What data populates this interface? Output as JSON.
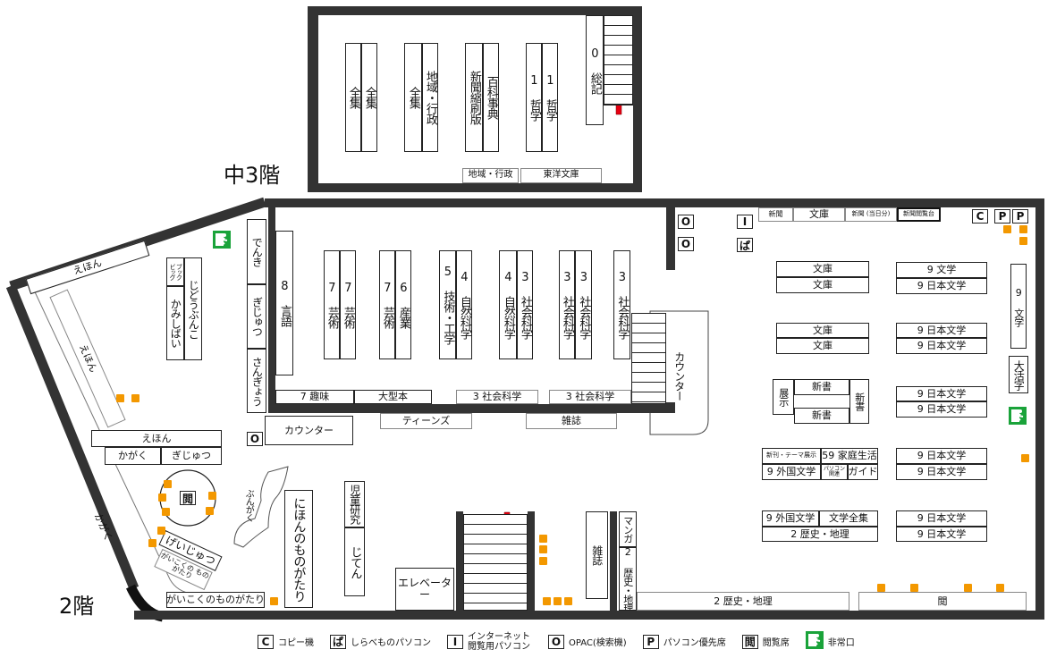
{
  "floor3": {
    "label": "中3階",
    "shelves": [
      "全集",
      "全集",
      "全集",
      "地域・行政",
      "新聞縮刷版",
      "百科事典",
      "1 哲学",
      "1 哲学",
      "0 総記",
      "地域・行政",
      "東洋文庫"
    ]
  },
  "floor2": {
    "label": "2階",
    "room": [
      "8 言語",
      "7 芸術",
      "7 芸術",
      "7 芸術",
      "6 産業",
      "5 技術・工学",
      "4 自然科学",
      "4 自然科学",
      "3 社会科学",
      "3 社会科学",
      "3 社会科学",
      "3 社会科学",
      "7 趣味",
      "大型本",
      "3 社会科学",
      "3 社会科学"
    ],
    "center": [
      "カウンター",
      "ティーンズ",
      "雑誌"
    ],
    "kids": [
      "でんき",
      "ぎじゅつ",
      "さんぎょう",
      "カウンター",
      "じどうぶんこ",
      "ブック ビッグ",
      "かみしばい",
      "えほん",
      "えほん",
      "えほん",
      "かがく",
      "ぎじゅつ",
      "かがく",
      "げいじゅつ",
      "がいこくの ものがたり",
      "ぶんがく",
      "にほんのものがたり",
      "児童研究",
      "じてん",
      "がいこくのものがたり"
    ],
    "bottom": [
      "エレベーター",
      "雑誌",
      "マンガ",
      "2 歴史・地理",
      "2 歴史・地理",
      "閲"
    ],
    "right_top": [
      "新聞",
      "文庫",
      "新聞 (当日分)",
      "新聞閲覧台"
    ],
    "right": [
      "文庫",
      "文庫",
      "9 文学",
      "9 日本文学",
      "9 文学",
      "大活字",
      "文庫",
      "文庫",
      "9 日本文学",
      "9 日本文学",
      "展示",
      "新書",
      "新書",
      "新書",
      "9 日本文学",
      "9 日本文学",
      "新刊・テーマ展示",
      "59 家庭生活",
      "9 外国文学",
      "パソコン 関連",
      "ガイド",
      "9 日本文学",
      "9 日本文学",
      "9 外国文学",
      "文学全集",
      "2 歴史・地理",
      "9 日本文学",
      "9 日本文学"
    ]
  },
  "icons": {
    "copy": "C",
    "search_pc": "ぱ",
    "internet": "I",
    "opac": "O",
    "pc_seat": "P",
    "reading": "閲"
  },
  "legend": [
    {
      "icon": "C",
      "label": "コピー機"
    },
    {
      "icon": "ぱ",
      "label": "しらべものパソコン"
    },
    {
      "icon": "I",
      "label": "インターネット閲覧用パソコン"
    },
    {
      "icon": "O",
      "label": "OPAC(検索機)"
    },
    {
      "icon": "P",
      "label": "パソコン優先席"
    },
    {
      "icon": "閲",
      "label": "閲覧席"
    },
    {
      "icon": "exit",
      "label": "非常口"
    }
  ],
  "colors": {
    "wall": "#333333",
    "seat": "#f39800",
    "arrow": "#e60012",
    "exit": "#1aa33a"
  }
}
